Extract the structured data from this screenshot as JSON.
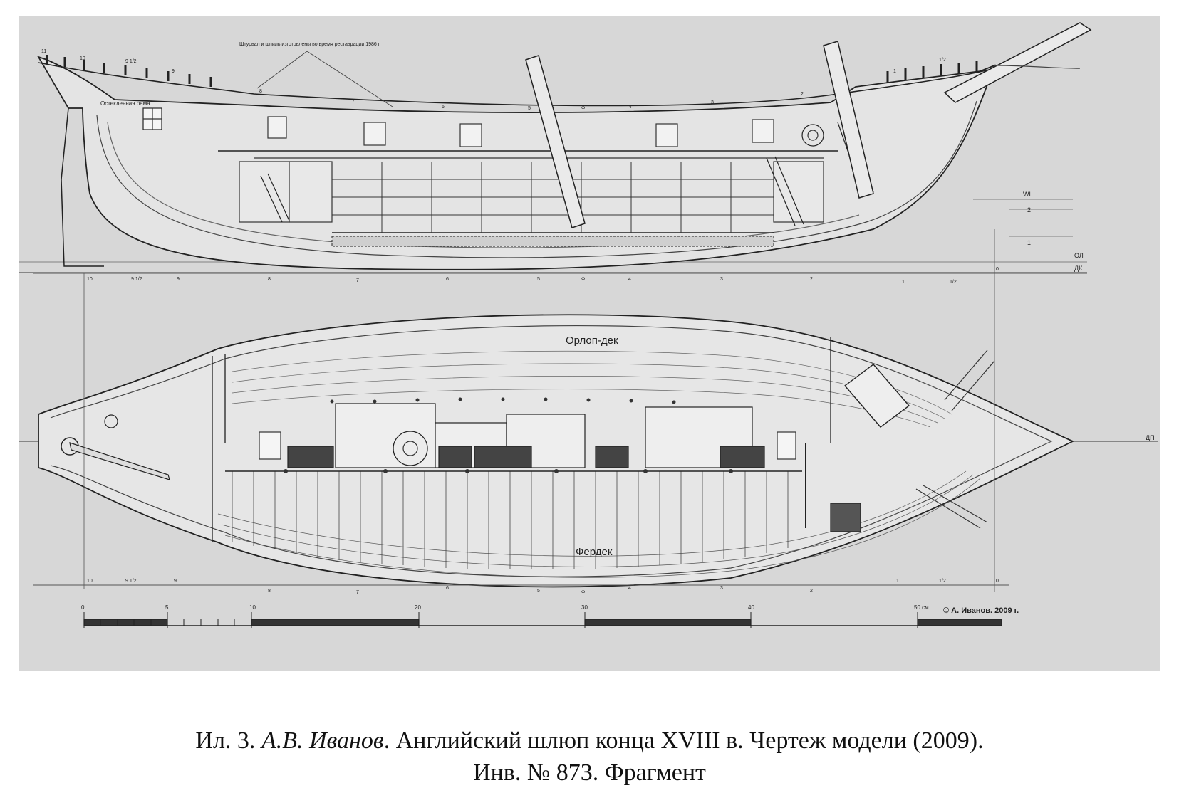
{
  "drawing": {
    "note": "Штурвал и шпиль изготовлены во время реставрации 1986 г.",
    "label_glazed_frame": "Остекленная рама",
    "label_orlop": "Орлоп-дек",
    "label_ferdek": "Фердек",
    "label_wl": "WL",
    "wl_marks": [
      "2",
      "1"
    ],
    "label_op": "ОЛ",
    "label_dk": "ДК",
    "label_dp": "ДП",
    "profile_top_stations": [
      "11",
      "10",
      "9 1/2",
      "9",
      "8",
      "7",
      "6",
      "5",
      "Ф",
      "4",
      "3",
      "2",
      "1",
      "1/2"
    ],
    "stations_axis": [
      "10",
      "9 1/2",
      "9",
      "8",
      "7",
      "6",
      "5",
      "Ф",
      "4",
      "3",
      "2",
      "1",
      "1/2",
      "0"
    ],
    "plan_stations": [
      "10",
      "9 1/2",
      "9",
      "8",
      "7",
      "6",
      "5",
      "Ф",
      "4",
      "3",
      "2",
      "1",
      "1/2",
      "0"
    ],
    "scale_ticks": [
      "0",
      "5",
      "10",
      "20",
      "30",
      "40",
      "50 см"
    ],
    "copyright": "© А. Иванов. 2009 г."
  },
  "caption": {
    "line1_prefix": "Ил. 3. ",
    "line1_author": "А.В. Иванов",
    "line1_rest": ". Английский шлюп конца XVIII в. Чертеж модели (2009).",
    "line2": "Инв. № 873. Фрагмент"
  }
}
